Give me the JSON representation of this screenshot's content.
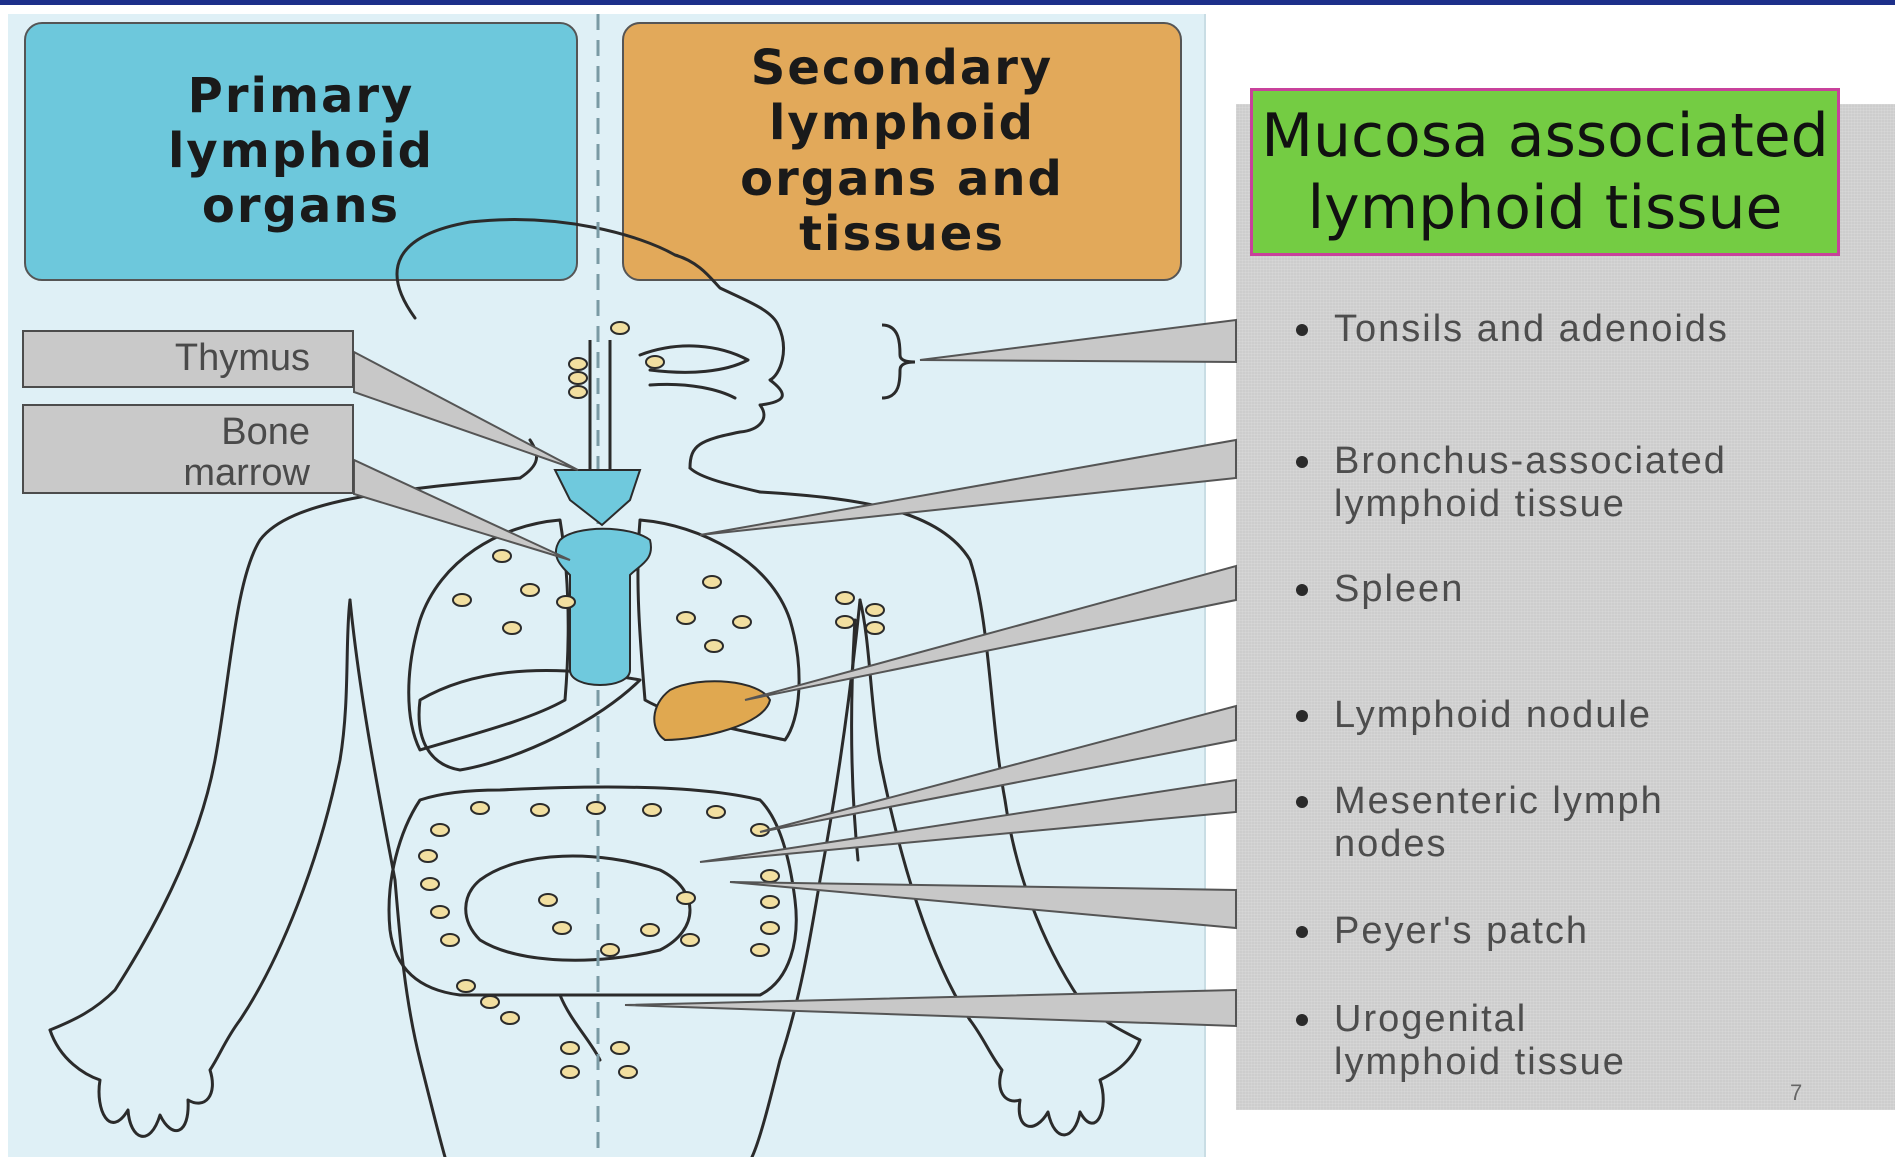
{
  "headers": {
    "primary": [
      "Primary",
      "lymphoid",
      "organs"
    ],
    "secondary": [
      "Secondary",
      "lymphoid",
      "organs and",
      "tissues"
    ]
  },
  "primary_organs": {
    "thymus": "Thymus",
    "bone_marrow": [
      "Bone",
      "marrow"
    ]
  },
  "malt_title": [
    "Mucosa associated",
    "lymphoid tissue"
  ],
  "secondary_tissues": [
    [
      "Tonsils and adenoids"
    ],
    [
      "Bronchus-associated",
      "lymphoid tissue"
    ],
    [
      "Spleen"
    ],
    [
      "Lymphoid nodule"
    ],
    [
      "Mesenteric lymph",
      "nodes"
    ],
    [
      "Peyer's patch"
    ],
    [
      "Urogenital",
      "lymphoid tissue"
    ]
  ],
  "page_number": "7",
  "colors": {
    "primary_header": "#6dc8dc",
    "secondary_header": "#e2a95a",
    "malt_box": "#74cc43",
    "figure_background": "#dff0f6",
    "list_panel": "#cdcdcd",
    "thymus_marrow_fill": "#6fc9dd",
    "spleen_fill": "#e0a850",
    "lymph_node_fill": "#f2dfa0"
  }
}
